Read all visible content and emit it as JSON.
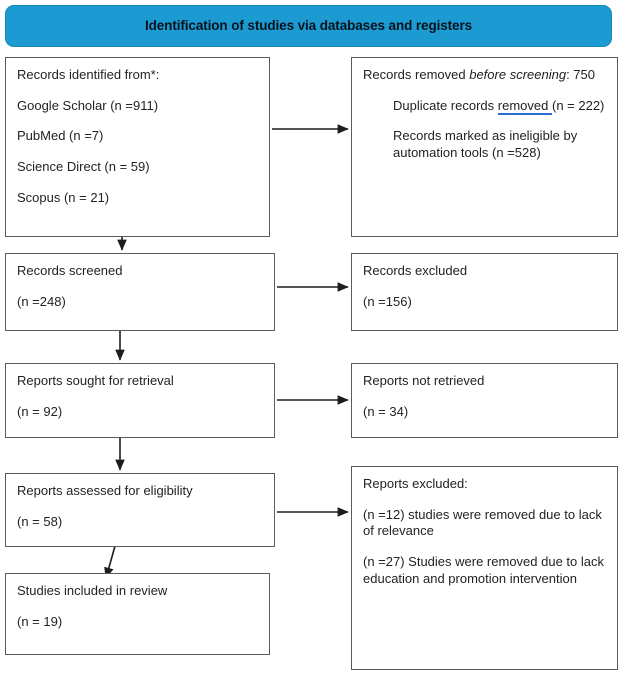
{
  "diagram": {
    "type": "prisma-flow-diagram",
    "banner": {
      "title": "Identification of studies via databases and registers",
      "bg_color": "#1c9ad2",
      "text_color": "#08121c"
    },
    "box_border_color": "#5b5b5f",
    "spellcheck_underline_color": "#2b6fd6",
    "boxes": {
      "identified": {
        "name": "Records identified from*:",
        "lines": [
          "Records identified from*:",
          "Google Scholar (n =911)",
          "PubMed (n =7)",
          "Science Direct (n = 59)",
          "Scopus (n = 21)"
        ],
        "sources": [
          {
            "label": "Google Scholar",
            "n": 911
          },
          {
            "label": "PubMed",
            "n": 7
          },
          {
            "label": "Science Direct",
            "n": 59
          },
          {
            "label": "Scopus",
            "n": 21
          }
        ]
      },
      "removed_before_screening": {
        "heading_prefix": "Records removed ",
        "heading_italic": "before screening",
        "heading_suffix": ": 750",
        "total_removed": 750,
        "items": [
          {
            "text_before": "Duplicate records ",
            "underlined": "removed ",
            "text_after": " (n = 222)",
            "n": 222
          },
          {
            "text_before": "Records marked as ineligible by automation tools (n =528)",
            "underlined": "",
            "text_after": "",
            "n": 528
          }
        ]
      },
      "screened": {
        "line1": "Records screened",
        "line2": "(n =248)",
        "n": 248
      },
      "records_excluded": {
        "line1": "Records excluded",
        "line2": "(n =156)",
        "n": 156
      },
      "sought": {
        "line1": "Reports sought for retrieval",
        "line2": "(n = 92)",
        "n": 92
      },
      "not_retrieved": {
        "line1": "Reports not retrieved",
        "line2": "(n = 34)",
        "n": 34
      },
      "assessed": {
        "line1": "Reports assessed for eligibility",
        "line2": "(n = 58)",
        "n": 58
      },
      "reports_excluded": {
        "line1": "Reports excluded:",
        "line2": "(n =12) studies were removed due to lack of relevance",
        "line3": "(n =27) Studies were removed due to lack education and promotion intervention",
        "reasons": [
          {
            "n": 12,
            "reason": "studies were removed due to lack of relevance"
          },
          {
            "n": 27,
            "reason": "Studies were removed due to lack education and promotion intervention"
          }
        ]
      },
      "included": {
        "line1": "Studies included in review",
        "line2": "(n = 19)",
        "n": 19
      }
    }
  }
}
